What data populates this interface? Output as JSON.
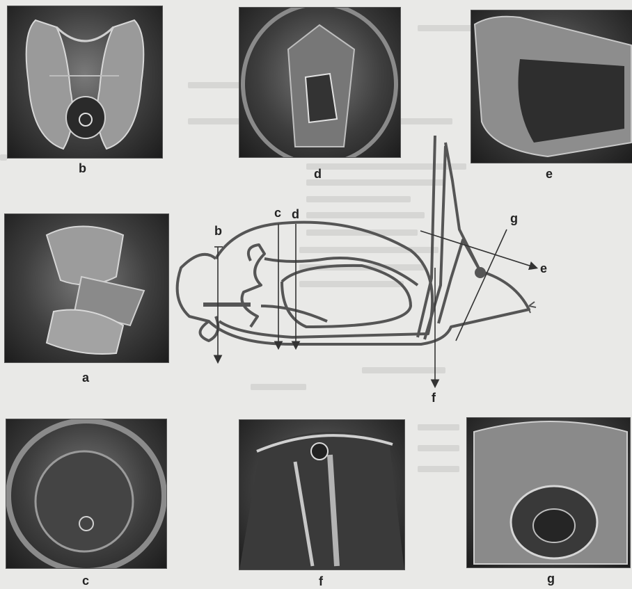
{
  "panels": [
    {
      "id": "b",
      "label": "b"
    },
    {
      "id": "d",
      "label": "d"
    },
    {
      "id": "e",
      "label": "e"
    },
    {
      "id": "a",
      "label": "a"
    },
    {
      "id": "c",
      "label": "c"
    },
    {
      "id": "f",
      "label": "f"
    },
    {
      "id": "g",
      "label": "g"
    }
  ],
  "diagram": {
    "cut_labels": [
      "b",
      "c",
      "d",
      "e",
      "f",
      "g"
    ]
  }
}
